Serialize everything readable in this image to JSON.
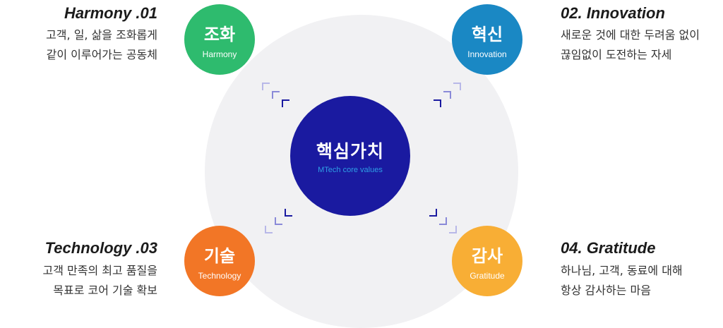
{
  "core": {
    "title": "핵심가치",
    "subtitle": "MTech core values"
  },
  "values": [
    {
      "title": "조화",
      "subtitle": "Harmony",
      "heading": "Harmony .01",
      "lines": [
        "고객, 일, 삶을 조화롭게",
        "같이 이루어가는 공동체"
      ],
      "color": "#2ebb6e"
    },
    {
      "title": "혁신",
      "subtitle": "Innovation",
      "heading": "02. Innovation",
      "lines": [
        "새로운 것에 대한 두려움 없이",
        "끊임없이 도전하는 자세"
      ],
      "color": "#1a88c4"
    },
    {
      "title": "기술",
      "subtitle": "Technology",
      "heading": "Technology .03",
      "lines": [
        "고객 만족의 최고 품질을",
        "목표로  코어 기술 확보"
      ],
      "color": "#f27626"
    },
    {
      "title": "감사",
      "subtitle": "Gratitude",
      "heading": "04. Gratitude",
      "lines": [
        "하나님, 고객, 동료에 대해",
        "항상 감사하는 마음"
      ],
      "color": "#f8ae35"
    }
  ],
  "colors": {
    "core": "#1a1aa0",
    "core_subtitle": "#2f9fe6",
    "background_ring": "#f1f1f3",
    "bracket_dark": "#1a1aa0",
    "bracket_light": "#b8b8e8"
  }
}
